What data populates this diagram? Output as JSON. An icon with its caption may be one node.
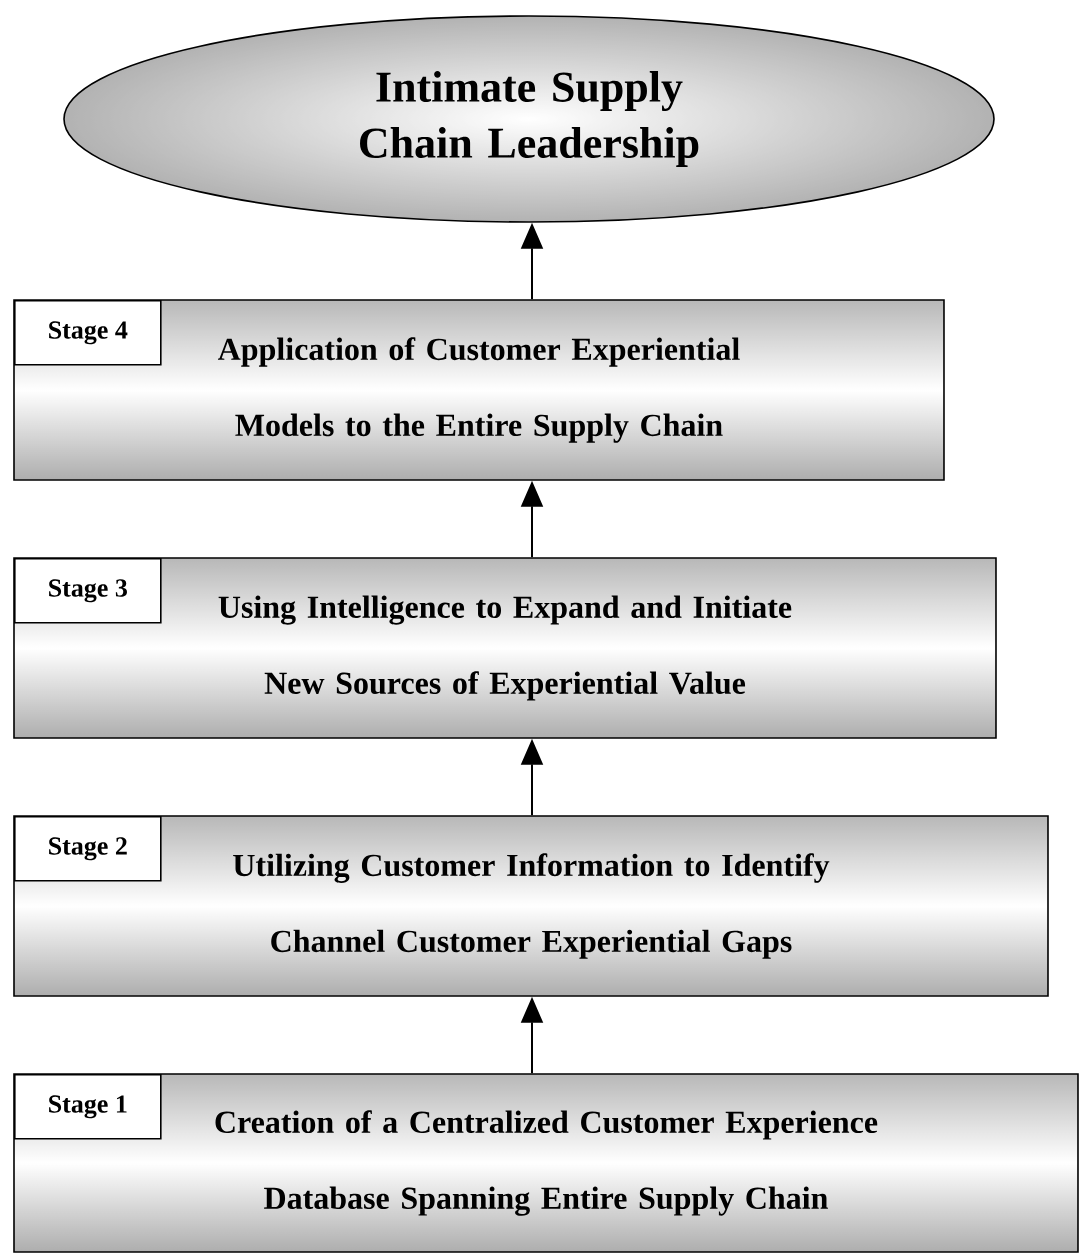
{
  "diagram": {
    "nodes": [
      {
        "text": [
          "Intimate Supply Chain Leadership"
        ]
      },
      {
        "text": [
          "Application of Customer Experiential Models to the Entire Supply Chain"
        ]
      },
      {
        "text": [
          "Stage 4"
        ],
        "in": 1
      },
      {
        "text": [
          "Using Intelligence to Expand and Initiate New Sources of Experiential Value"
        ]
      },
      {
        "text": [
          "Stage 3"
        ],
        "in": 3
      },
      {
        "text": [
          "Utilizing Customer Information to Identify Channel Customer Experiential Gaps"
        ]
      },
      {
        "text": [
          "Stage 2"
        ],
        "in": 5
      },
      {
        "text": [
          "Creation of a Centralized Customer Experience Database Spanning Entire Supply Chain"
        ]
      },
      {
        "text": [
          "Stage 1"
        ],
        "in": 7
      }
    ],
    "edges": [
      {
        "from": 7,
        "to": 5,
        "arrow": "to"
      },
      {
        "from": 5,
        "to": 3,
        "arrow": "to"
      },
      {
        "from": 3,
        "to": 1,
        "arrow": "to"
      },
      {
        "from": 1,
        "to": 0,
        "arrow": "to"
      }
    ]
  }
}
